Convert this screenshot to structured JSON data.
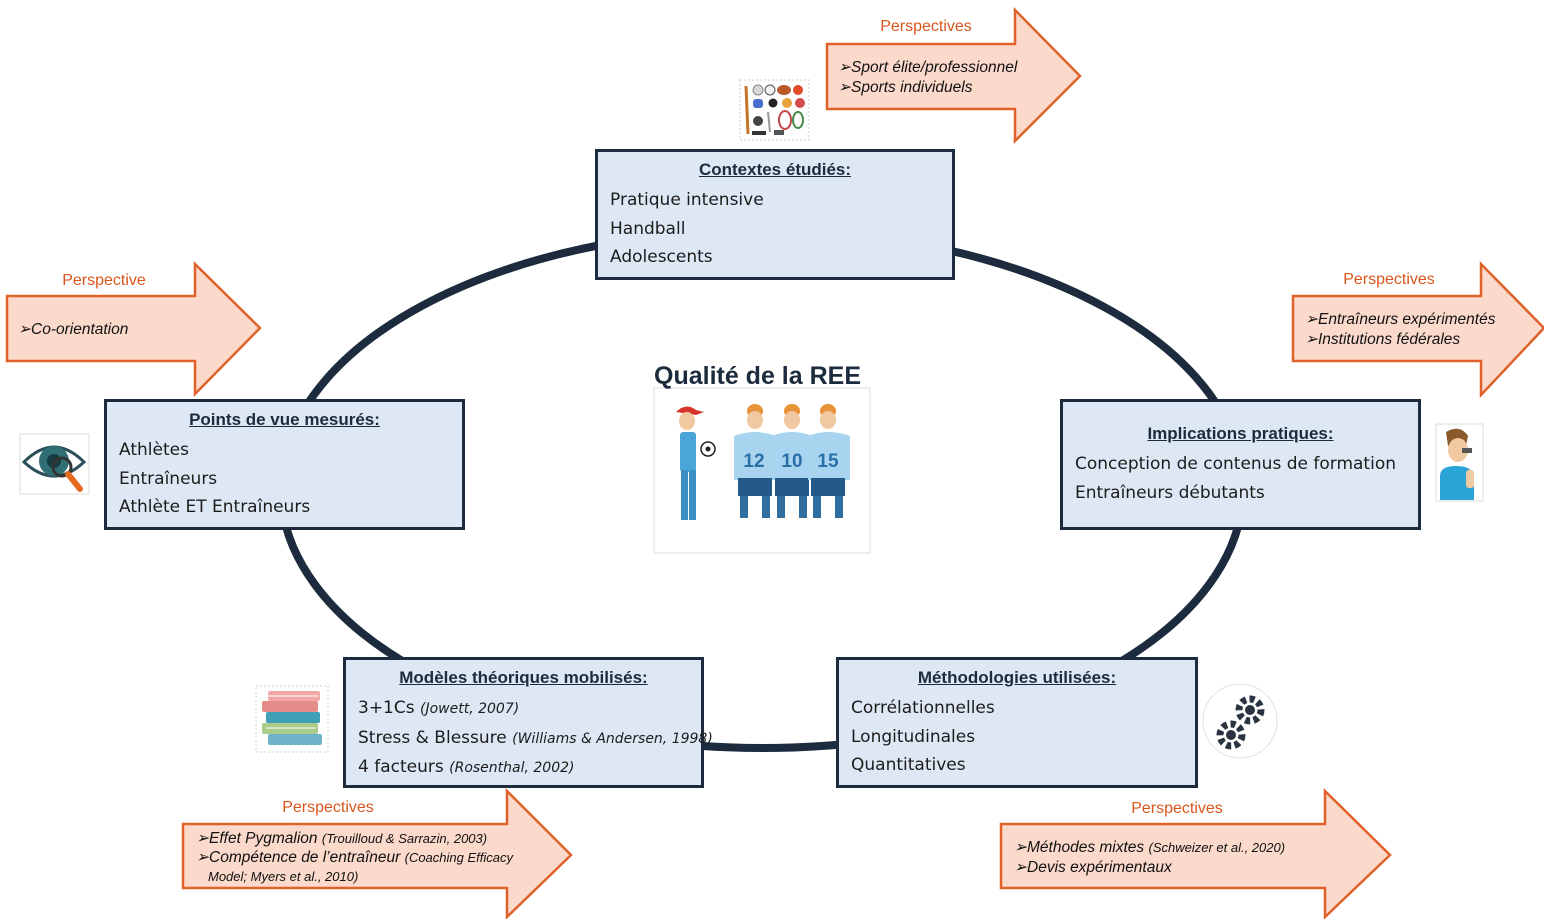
{
  "center": {
    "title": "Qualité de la REE"
  },
  "boxes": {
    "contextes": {
      "title": "Contextes étudiés:",
      "lines": [
        "Pratique intensive",
        "Handball",
        "Adolescents"
      ]
    },
    "points": {
      "title": "Points de vue mesurés:",
      "lines": [
        "Athlètes",
        "Entraîneurs",
        "Athlète ET Entraîneurs"
      ]
    },
    "implications": {
      "title": "Implications pratiques:",
      "lines": [
        "Conception de contenus de formation",
        "Entraîneurs débutants"
      ]
    },
    "modeles": {
      "title": "Modèles théoriques mobilisés:",
      "lines": [
        {
          "text": "3+1Cs",
          "ref": "(Jowett, 2007)"
        },
        {
          "text": "Stress & Blessure",
          "ref": "(Williams & Andersen, 1998)"
        },
        {
          "text": "4 facteurs",
          "ref": "(Rosenthal, 2002)"
        }
      ]
    },
    "methodologies": {
      "title": "Méthodologies utilisées:",
      "lines": [
        "Corrélationnelles",
        "Longitudinales",
        "Quantitatives"
      ]
    }
  },
  "perspectives": {
    "top": {
      "label": "Perspectives",
      "items": [
        "Sport élite/professionnel",
        "Sports individuels"
      ]
    },
    "left": {
      "label": "Perspective",
      "items": [
        "Co-orientation"
      ]
    },
    "right": {
      "label": "Perspectives",
      "items": [
        "Entraîneurs expérimentés",
        "Institutions fédérales"
      ]
    },
    "bottom_left": {
      "label": "Perspectives",
      "items": [
        {
          "text": "Effet Pygmalion",
          "ref": "(Trouilloud & Sarrazin, 2003)"
        },
        {
          "text": "Compétence de l’entraîneur",
          "ref": "(Coaching Efficacy",
          "ref2": "Model; Myers et al., 2010)"
        }
      ]
    },
    "bottom_right": {
      "label": "Perspectives",
      "items": [
        {
          "text": "Méthodes mixtes",
          "ref": "(Schweizer et al., 2020)"
        },
        {
          "text": "Devis expérimentaux",
          "ref": ""
        }
      ]
    }
  },
  "bullet": "➢",
  "player_numbers": [
    "12",
    "10",
    "15"
  ],
  "colors": {
    "box_fill": "#dde8f4",
    "box_border": "#1c2b3d",
    "arrow_fill": "#fbd9cb",
    "arrow_stroke": "#e0622a",
    "label": "#d9561b"
  },
  "icons": [
    "sports-equipment-icon",
    "eye-magnifier-icon",
    "coach-whistle-icon",
    "books-icon",
    "gears-icon",
    "coach-players-icon"
  ]
}
